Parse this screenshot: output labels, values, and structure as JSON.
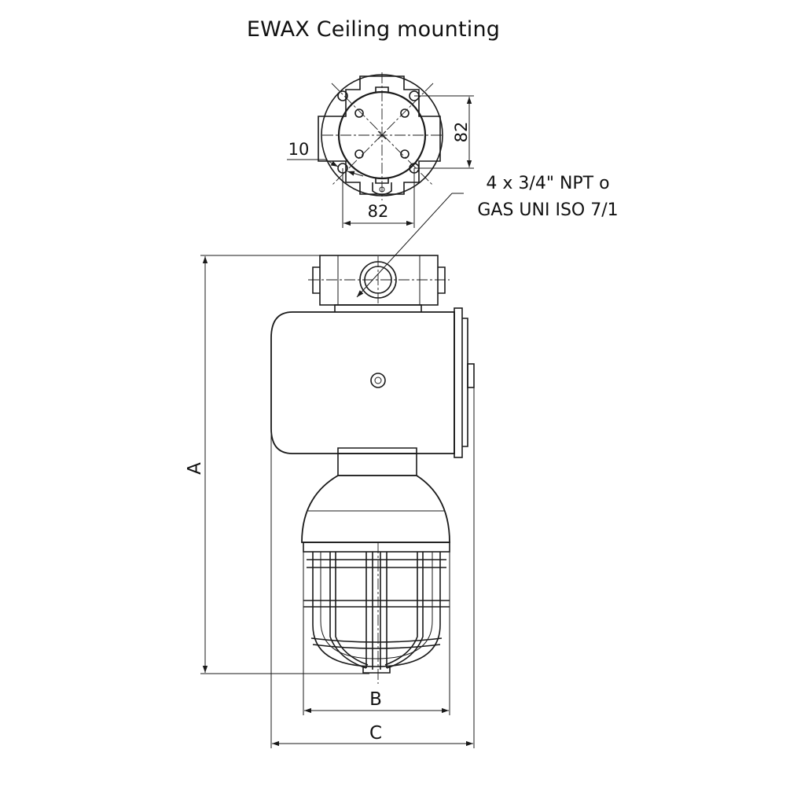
{
  "title": "EWAX Ceiling mounting",
  "dimensions": {
    "top_height": "82",
    "top_width": "82",
    "hole_spacing": "10",
    "overall_height": "A",
    "guard_width": "B",
    "overall_width": "C"
  },
  "callout": {
    "line1": "4 x 3/4\" NPT o",
    "line2": "GAS UNI ISO 7/1"
  }
}
